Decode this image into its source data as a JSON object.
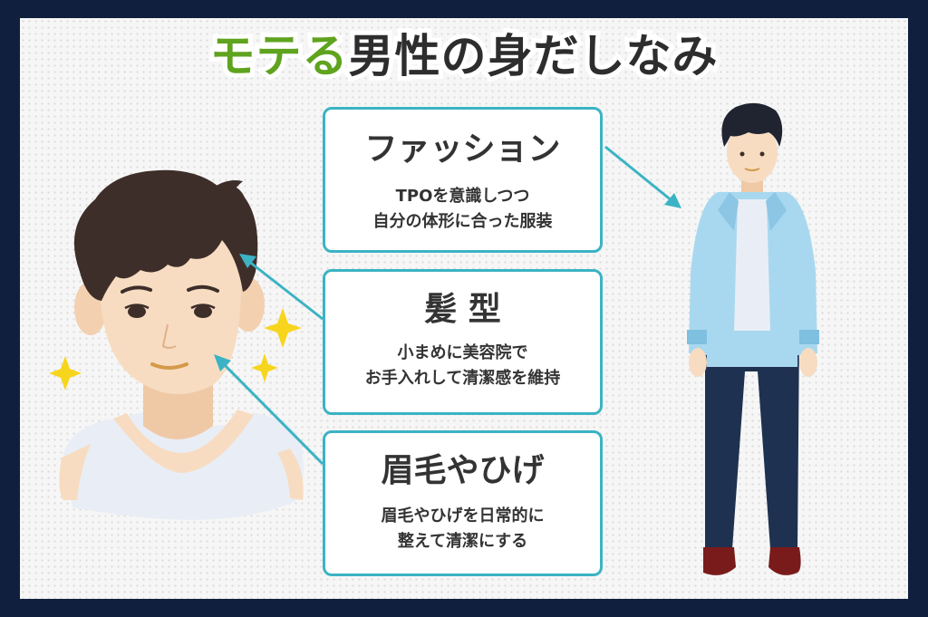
{
  "title": {
    "accent": "モテる",
    "main": "男性の身だしなみ"
  },
  "cards": [
    {
      "title": "ファッション",
      "lines": [
        "TPOを意識しつつ",
        "自分の体形に合った服装"
      ]
    },
    {
      "title": "髪 型",
      "lines": [
        "小まめに美容院で",
        "お手入れして清潔感を維持"
      ]
    },
    {
      "title": "眉毛やひげ",
      "lines": [
        "眉毛やひげを日常的に",
        "整えて清潔にする"
      ]
    }
  ],
  "colors": {
    "background": "#0f1f3d",
    "accent_green": "#5fa31e",
    "card_border": "#3bb3c4",
    "arrow": "#3bb3c4",
    "sparkle": "#f7d51d",
    "jacket": "#a8d8ef",
    "pants": "#1f3150",
    "shoes": "#7a1b1b",
    "hair": "#3e2e2a",
    "skin": "#f7dcc1"
  }
}
